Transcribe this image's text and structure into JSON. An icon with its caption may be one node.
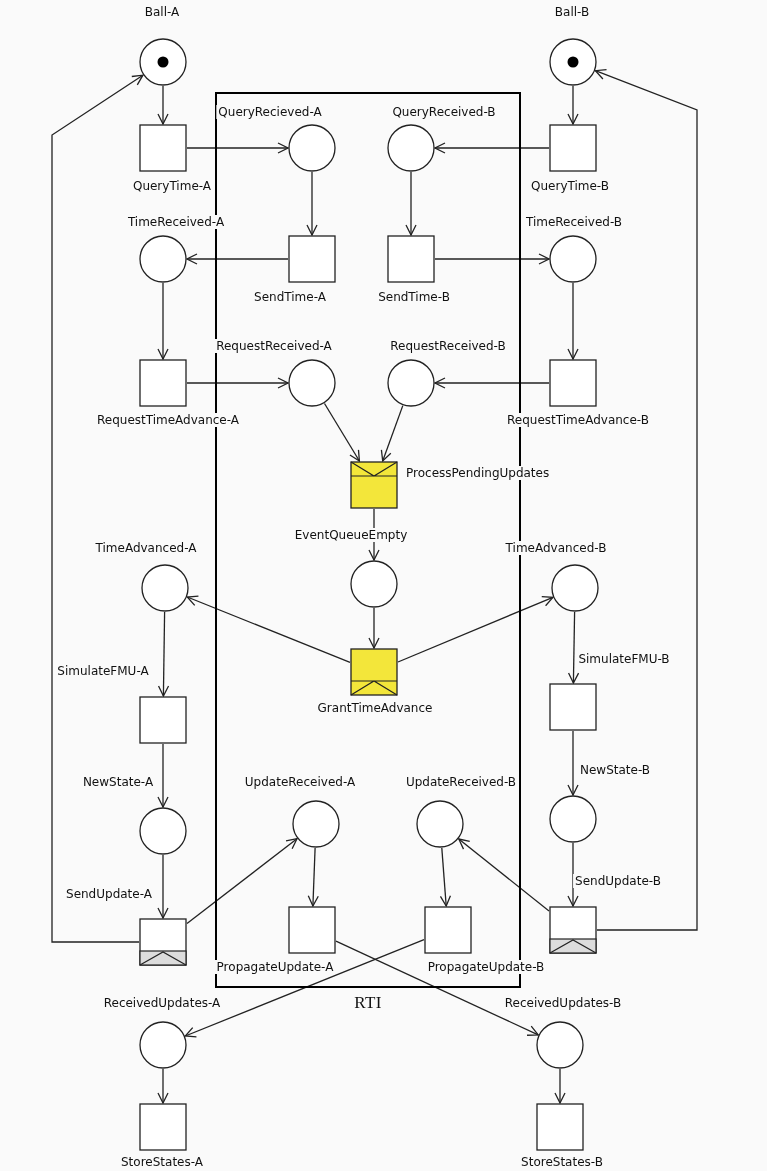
{
  "diagram": {
    "nodes": [
      {
        "text": [
          "RTI"
        ]
      },
      {
        "text": [],
        "shape": "token",
        "beside": [
          "Ball-A"
        ]
      },
      {
        "text": [],
        "shape": "token",
        "beside": [
          "Ball-B"
        ]
      },
      {
        "text": [],
        "shape": "box",
        "beside": [
          "QueryTime-A"
        ]
      },
      {
        "text": [],
        "shape": "circle",
        "beside": [
          "QueryRecieved-A"
        ],
        "in": 0
      },
      {
        "text": [],
        "shape": "circle",
        "beside": [
          "QueryReceived-B"
        ],
        "in": 0
      },
      {
        "text": [],
        "shape": "box",
        "beside": [
          "QueryTime-B"
        ]
      },
      {
        "text": [],
        "shape": "circle",
        "beside": [
          "TimeReceived-A"
        ]
      },
      {
        "text": [],
        "shape": "box",
        "beside": [
          "SendTime-A"
        ],
        "in": 0
      },
      {
        "text": [],
        "shape": "box",
        "beside": [
          "SendTime-B"
        ],
        "in": 0
      },
      {
        "text": [],
        "shape": "circle",
        "beside": [
          "TimeReceived-B"
        ]
      },
      {
        "text": [],
        "shape": "box",
        "beside": [
          "RequestTimeAdvance-A"
        ]
      },
      {
        "text": [],
        "shape": "circle",
        "beside": [
          "RequestReceived-A"
        ],
        "in": 0
      },
      {
        "text": [],
        "shape": "circle",
        "beside": [
          "RequestReceived-B"
        ],
        "in": 0
      },
      {
        "text": [],
        "shape": "box",
        "beside": [
          "RequestTimeAdvance-B"
        ]
      },
      {
        "text": [],
        "shape": "envelope",
        "beside": [
          "ProcessPendingUpdates"
        ],
        "in": 0
      },
      {
        "text": [],
        "shape": "circle",
        "beside": [
          "EventQueueEmpty"
        ],
        "in": 0
      },
      {
        "text": [],
        "shape": "circle",
        "beside": [
          "TimeAdvanced-A"
        ]
      },
      {
        "text": [],
        "shape": "circle",
        "beside": [
          "TimeAdvanced-B"
        ]
      },
      {
        "text": [],
        "shape": "slot",
        "beside": [
          "GrantTimeAdvance"
        ],
        "in": 0
      },
      {
        "text": [],
        "shape": "box",
        "beside": [
          "SimulateFMU-A"
        ]
      },
      {
        "text": [],
        "shape": "box",
        "beside": [
          "SimulateFMU-B"
        ]
      },
      {
        "text": [],
        "shape": "circle",
        "beside": [
          "NewState-A"
        ]
      },
      {
        "text": [],
        "shape": "circle",
        "beside": [
          "UpdateReceived-A"
        ],
        "in": 0
      },
      {
        "text": [],
        "shape": "circle",
        "beside": [
          "UpdateReceived-B"
        ],
        "in": 0
      },
      {
        "text": [],
        "shape": "circle",
        "beside": [
          "NewState-B"
        ]
      },
      {
        "text": [],
        "shape": "tray",
        "beside": [
          "SendUpdate-A"
        ]
      },
      {
        "text": [],
        "shape": "box",
        "beside": [
          "PropagateUpdate-A"
        ],
        "in": 0
      },
      {
        "text": [],
        "shape": "box",
        "beside": [
          "PropagateUpdate-B"
        ],
        "in": 0
      },
      {
        "text": [],
        "shape": "tray",
        "beside": [
          "SendUpdate-B"
        ]
      },
      {
        "text": [],
        "shape": "circle",
        "beside": [
          "ReceivedUpdates-A"
        ]
      },
      {
        "text": [],
        "shape": "circle",
        "beside": [
          "ReceivedUpdates-B"
        ]
      },
      {
        "text": [],
        "shape": "box",
        "beside": [
          "StoreStates-A"
        ]
      },
      {
        "text": [],
        "shape": "box",
        "beside": [
          "StoreStates-B"
        ]
      }
    ],
    "edges": [
      {
        "from": 1,
        "to": 3,
        "arrow": "to"
      },
      {
        "from": 3,
        "to": 4,
        "arrow": "to"
      },
      {
        "from": 4,
        "to": 8,
        "arrow": "to"
      },
      {
        "from": 8,
        "to": 7,
        "arrow": "to"
      },
      {
        "from": 7,
        "to": 11,
        "arrow": "to"
      },
      {
        "from": 11,
        "to": 12,
        "arrow": "to"
      },
      {
        "from": 12,
        "to": 15,
        "arrow": "to"
      },
      {
        "from": 2,
        "to": 6,
        "arrow": "to"
      },
      {
        "from": 6,
        "to": 5,
        "arrow": "to"
      },
      {
        "from": 5,
        "to": 9,
        "arrow": "to"
      },
      {
        "from": 9,
        "to": 10,
        "arrow": "to"
      },
      {
        "from": 10,
        "to": 14,
        "arrow": "to"
      },
      {
        "from": 14,
        "to": 13,
        "arrow": "to"
      },
      {
        "from": 13,
        "to": 15,
        "arrow": "to"
      },
      {
        "from": 15,
        "to": 16,
        "arrow": "to"
      },
      {
        "from": 16,
        "to": 19,
        "arrow": "to"
      },
      {
        "from": 19,
        "to": 17,
        "arrow": "to"
      },
      {
        "from": 19,
        "to": 18,
        "arrow": "to"
      },
      {
        "from": 17,
        "to": 20,
        "arrow": "to"
      },
      {
        "from": 20,
        "to": 22,
        "arrow": "to"
      },
      {
        "from": 22,
        "to": 26,
        "arrow": "to"
      },
      {
        "from": 26,
        "to": 23,
        "arrow": "to"
      },
      {
        "from": 23,
        "to": 27,
        "arrow": "to"
      },
      {
        "from": 27,
        "to": 31,
        "arrow": "to"
      },
      {
        "from": 26,
        "to": 1,
        "arrow": "to"
      },
      {
        "from": 18,
        "to": 21,
        "arrow": "to"
      },
      {
        "from": 21,
        "to": 25,
        "arrow": "to"
      },
      {
        "from": 25,
        "to": 29,
        "arrow": "to"
      },
      {
        "from": 29,
        "to": 24,
        "arrow": "to"
      },
      {
        "from": 24,
        "to": 28,
        "arrow": "to"
      },
      {
        "from": 28,
        "to": 30,
        "arrow": "to"
      },
      {
        "from": 29,
        "to": 2,
        "arrow": "to"
      },
      {
        "from": 30,
        "to": 32,
        "arrow": "to"
      },
      {
        "from": 31,
        "to": 33,
        "arrow": "to"
      }
    ]
  }
}
